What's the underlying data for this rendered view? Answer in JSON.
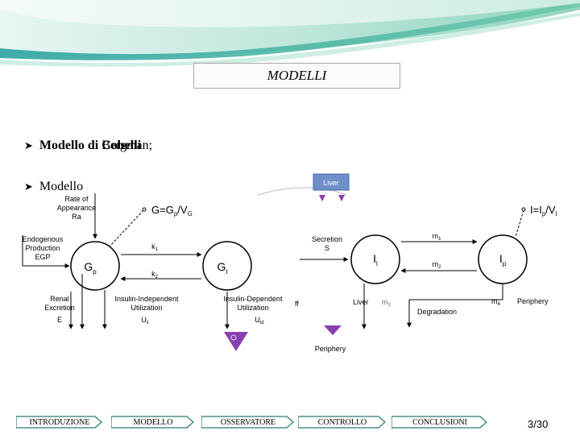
{
  "title": "MODELLI",
  "bullets": [
    {
      "prefix": "Modello di ",
      "bold_overlap": "Cobelli",
      "rest": "Bergman;"
    },
    {
      "text": "Modello"
    }
  ],
  "diagram": {
    "left": {
      "ra_label": [
        "Rate of",
        "Appearance",
        "Ra"
      ],
      "egp_label": [
        "Endogenous",
        "Production",
        "EGP"
      ],
      "renal_label": [
        "Renal",
        "Excretion",
        "E"
      ],
      "uii_label": [
        "Insulin-Independent",
        "Utilization",
        "U"
      ],
      "uii_sub": "ii",
      "uid_label": [
        "Insulin-Dependent",
        "Utilization",
        "U"
      ],
      "uid_sub": "id",
      "formula": "G=G",
      "formula_mid": "/V",
      "gp": "G",
      "gp_sub": "p",
      "gt": "G",
      "gt_sub": "t",
      "k1": "k",
      "k1_sub": "1",
      "k2": "k",
      "k2_sub": "2"
    },
    "right": {
      "liver_top": "Liver",
      "secretion_label": [
        "Secretion",
        "S"
      ],
      "formula": "I=I",
      "formula_mid": "/V",
      "il": "I",
      "il_sub": "l",
      "ip": "I",
      "ip_sub": "p",
      "m1": "m",
      "m1_sub": "1",
      "m2": "m",
      "m2_sub": "2",
      "m3": "m",
      "m3_sub": "3",
      "m4": "m",
      "m4_sub": "4",
      "liver_bottom": "Liver",
      "degradation": "Degradation",
      "periphery_right": "Periphery",
      "periphery_bottom": "Periphery",
      "fragment": "ff"
    }
  },
  "nav": [
    "INTRODUZIONE",
    "MODELLO",
    "OSSERVATORE",
    "CONTROLLO",
    "CONCLUSIONI"
  ],
  "page_number": "3/30",
  "colors": {
    "wave_teal": "#2fb3a8",
    "wave_green": "#a8dcc0",
    "accent_purple": "#8a3fb0",
    "liver_blue": "#6f8fc8"
  }
}
